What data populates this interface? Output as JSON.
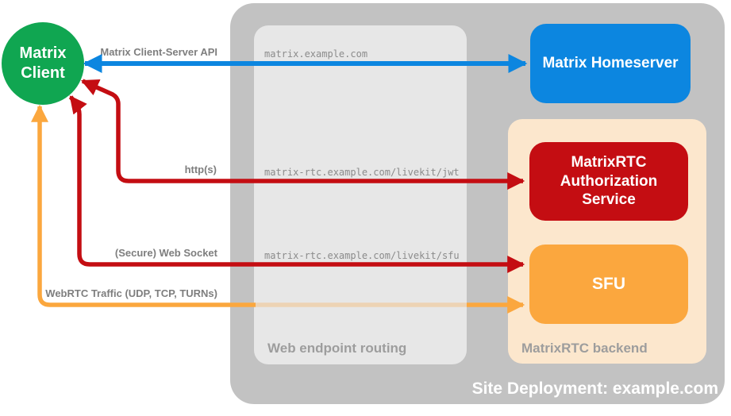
{
  "diagram": {
    "site": {
      "label": "Site Deployment: example.com",
      "color": "#c2c2c2",
      "label_color": "#ffffff"
    },
    "routing": {
      "label": "Web endpoint routing",
      "color": "#e7e7e7",
      "label_color": "#9d9d9d"
    },
    "backend": {
      "label": "MatrixRTC backend",
      "color": "#fce7cd",
      "label_color": "#9d9d9d"
    }
  },
  "nodes": {
    "client": {
      "label": "Matrix Client",
      "color": "#10a651",
      "text_color": "#ffffff"
    },
    "homeserver": {
      "label": "Matrix Homeserver",
      "color": "#0c86e0",
      "text_color": "#ffffff"
    },
    "auth": {
      "label": "MatrixRTC Authorization Service",
      "color": "#c40d12",
      "text_color": "#ffffff"
    },
    "sfu": {
      "label": "SFU",
      "color": "#fba73e",
      "text_color": "#ffffff"
    }
  },
  "connections": [
    {
      "label": "Matrix Client-Server API",
      "endpoint": "matrix.example.com",
      "color": "#0c86e0"
    },
    {
      "label": "http(s)",
      "endpoint": "matrix-rtc.example.com/livekit/jwt",
      "color": "#c40d12"
    },
    {
      "label": "(Secure) Web Socket",
      "endpoint": "matrix-rtc.example.com/livekit/sfu",
      "color": "#c40d12"
    },
    {
      "label": "WebRTC Traffic (UDP, TCP, TURNs)",
      "color": "#fba73e"
    }
  ]
}
